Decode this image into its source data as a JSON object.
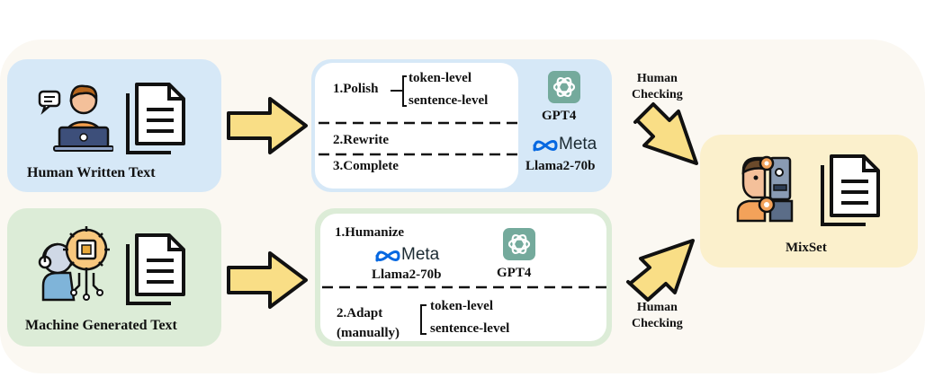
{
  "human": {
    "label": "Human Written Text"
  },
  "machine": {
    "label": "Machine Generated Text"
  },
  "top_ops": {
    "polish": "1.Polish",
    "token": "token-level",
    "sentence": "sentence-level",
    "rewrite": "2.Rewrite",
    "complete": "3.Complete",
    "gpt": "GPT4",
    "meta": "Meta",
    "llama": "Llama2-70b"
  },
  "bottom_ops": {
    "humanize": "1.Humanize",
    "meta": "Meta",
    "llama": "Llama2-70b",
    "gpt": "GPT4",
    "adapt": "2.Adapt",
    "manually": "(manually)",
    "token": "token-level",
    "sentence": "sentence-level"
  },
  "checking": {
    "top": "Human\nChecking",
    "bottom": "Human\nChecking"
  },
  "mixset": {
    "label": "MixSet"
  },
  "colors": {
    "human_box": "#d6e8f7",
    "machine_box": "#dcecd7",
    "ops_top_bg": "#d6e8f7",
    "ops_bottom_bg": "#dcecd7",
    "mixset_box": "#fbf0cc",
    "arrow_fill": "#f9de86",
    "openai_green": "#74aa9c",
    "meta_blue": "#0668e1"
  },
  "icons": [
    "person-laptop-icon",
    "document-icon",
    "ai-head-icon",
    "document-icon",
    "openai-logo-icon",
    "meta-logo-icon",
    "human-robot-face-icon",
    "document-icon"
  ]
}
